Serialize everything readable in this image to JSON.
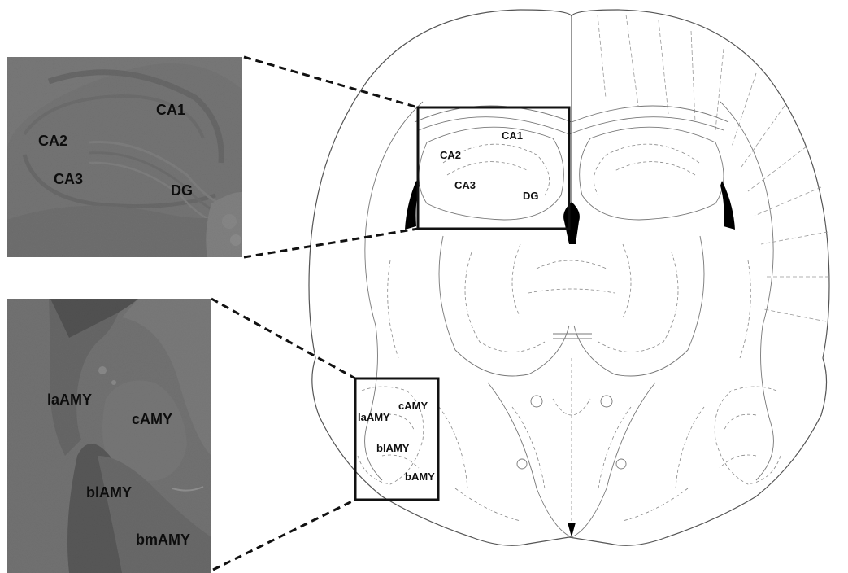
{
  "hippocampus_photo": {
    "labels": {
      "ca1": "CA1",
      "ca2": "CA2",
      "ca3": "CA3",
      "dg": "DG"
    }
  },
  "amygdala_photo": {
    "labels": {
      "la": "laAMY",
      "c": "cAMY",
      "bl": "blAMY",
      "bm": "bmAMY"
    }
  },
  "atlas": {
    "hippocampus_labels": {
      "ca1": "CA1",
      "ca2": "CA2",
      "ca3": "CA3",
      "dg": "DG"
    },
    "amygdala_labels": {
      "la": "laAMY",
      "c": "cAMY",
      "bl": "blAMY",
      "b": "bAMY"
    }
  },
  "colors": {
    "photo_background": "#6f6f6f",
    "photo_dark_region": "#3d3d3d",
    "line": "#111111"
  }
}
